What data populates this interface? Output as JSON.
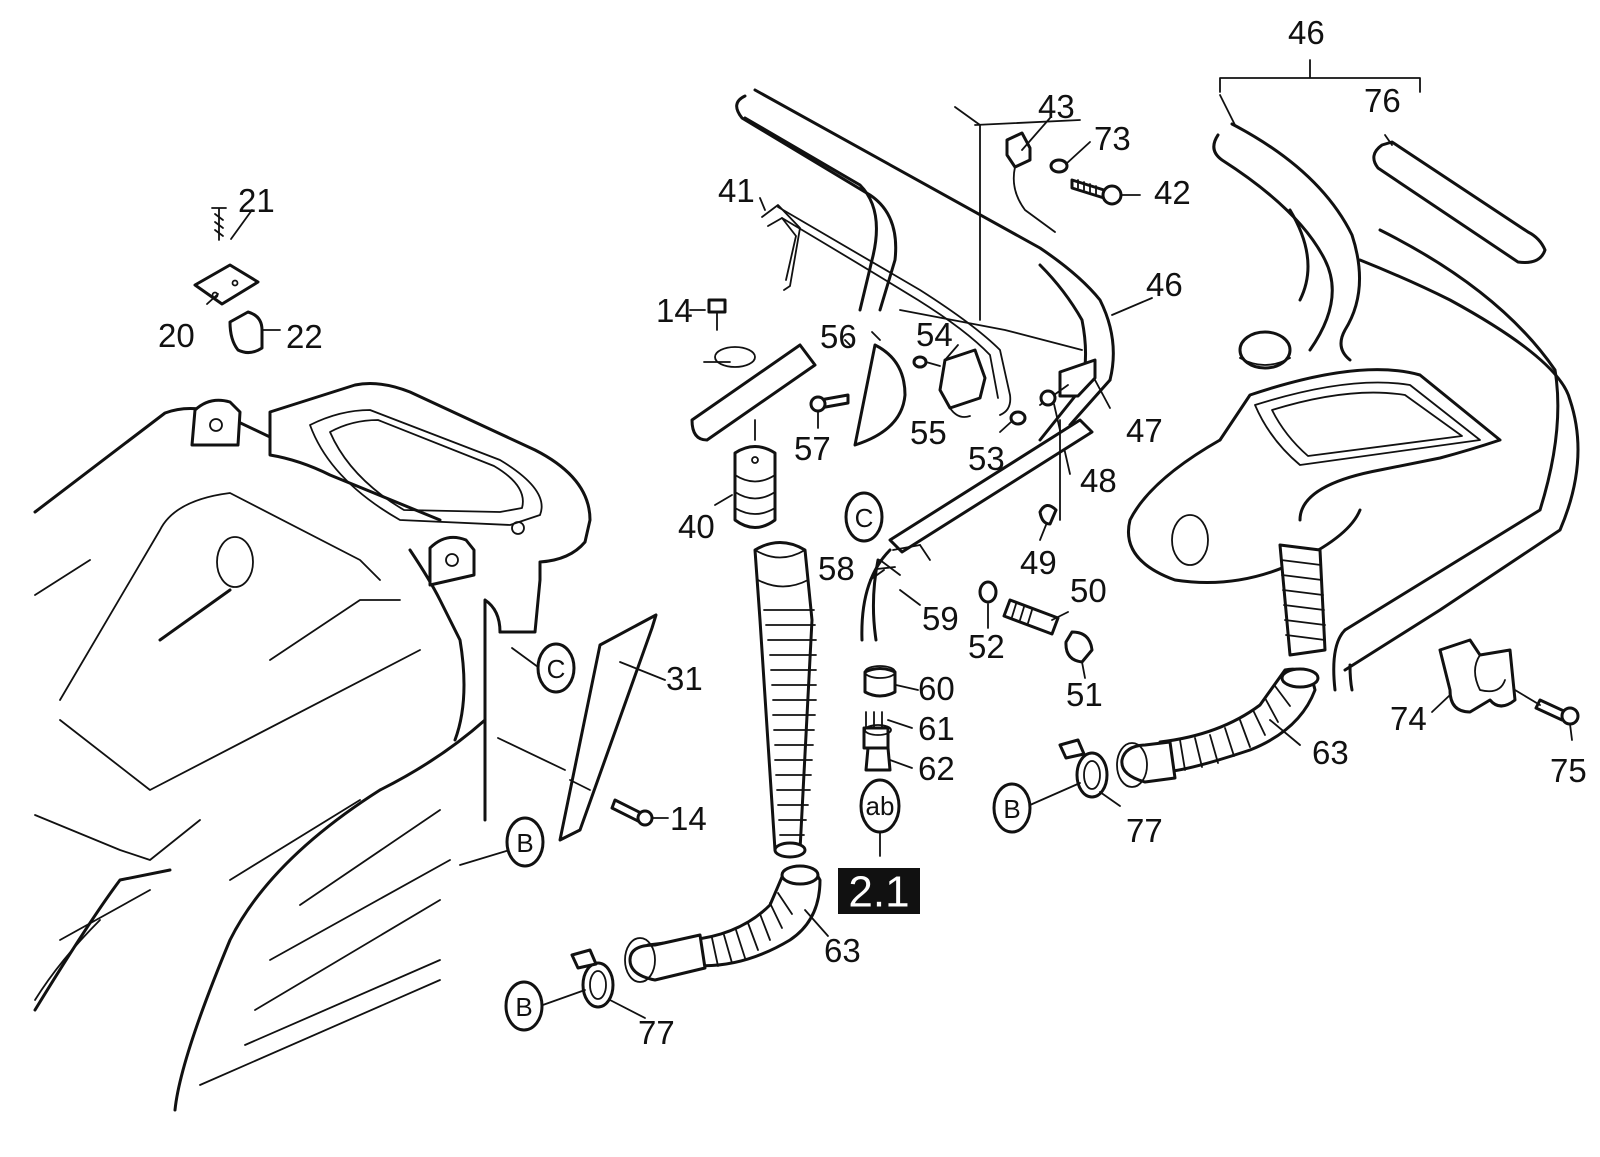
{
  "callouts": [
    {
      "id": "c21",
      "text": "21"
    },
    {
      "id": "c20",
      "text": "20"
    },
    {
      "id": "c22",
      "text": "22"
    },
    {
      "id": "c14a",
      "text": "14"
    },
    {
      "id": "c41",
      "text": "41"
    },
    {
      "id": "c56",
      "text": "56"
    },
    {
      "id": "c57",
      "text": "57"
    },
    {
      "id": "c40",
      "text": "40"
    },
    {
      "id": "c54",
      "text": "54"
    },
    {
      "id": "c55",
      "text": "55"
    },
    {
      "id": "c53",
      "text": "53"
    },
    {
      "id": "c43",
      "text": "43"
    },
    {
      "id": "c73",
      "text": "73"
    },
    {
      "id": "c42",
      "text": "42"
    },
    {
      "id": "c46a",
      "text": "46"
    },
    {
      "id": "c47",
      "text": "47"
    },
    {
      "id": "c48",
      "text": "48"
    },
    {
      "id": "c49",
      "text": "49"
    },
    {
      "id": "c58",
      "text": "58"
    },
    {
      "id": "c59",
      "text": "59"
    },
    {
      "id": "c52",
      "text": "52"
    },
    {
      "id": "c50",
      "text": "50"
    },
    {
      "id": "c51",
      "text": "51"
    },
    {
      "id": "c60",
      "text": "60"
    },
    {
      "id": "c61",
      "text": "61"
    },
    {
      "id": "c62",
      "text": "62"
    },
    {
      "id": "c31",
      "text": "31"
    },
    {
      "id": "c14b",
      "text": "14"
    },
    {
      "id": "c63a",
      "text": "63"
    },
    {
      "id": "c77a",
      "text": "77"
    },
    {
      "id": "c46b",
      "text": "46"
    },
    {
      "id": "c76",
      "text": "76"
    },
    {
      "id": "c63b",
      "text": "63"
    },
    {
      "id": "c74",
      "text": "74"
    },
    {
      "id": "c75",
      "text": "75"
    },
    {
      "id": "c77b",
      "text": "77"
    }
  ],
  "markers": {
    "c_left": "C",
    "c_mid": "C",
    "b_left": "B",
    "b_bottom": "B",
    "b_right": "B",
    "ab": "ab"
  },
  "section_badge": "2.1"
}
